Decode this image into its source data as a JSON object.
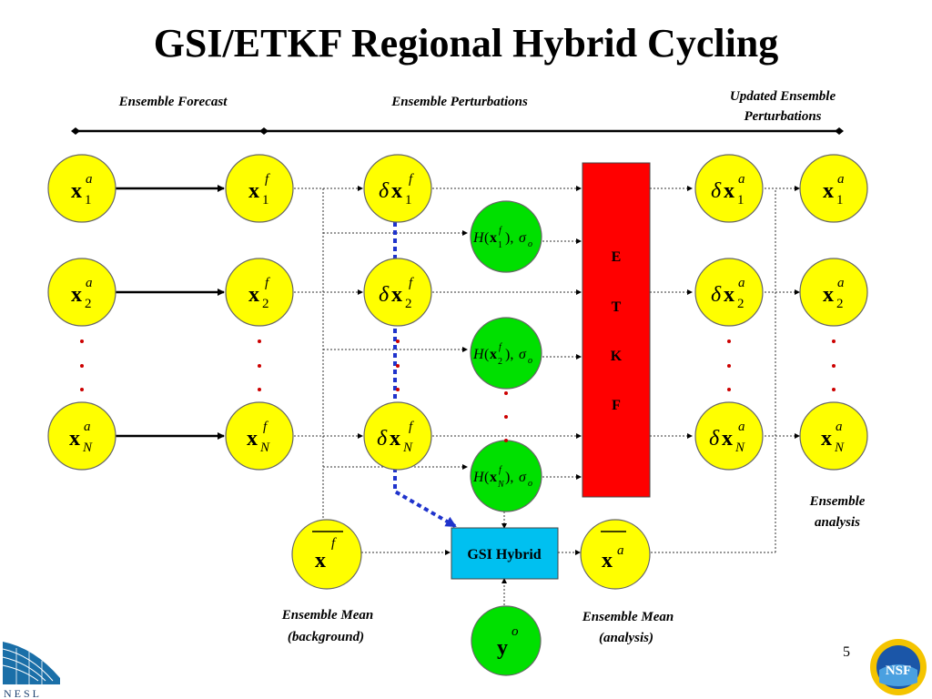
{
  "title": "GSI/ETKF Regional Hybrid Cycling",
  "headers": {
    "ensemble_forecast": "Ensemble Forecast",
    "ensemble_perturbations": "Ensemble Perturbations",
    "updated_line1": "Updated Ensemble",
    "updated_line2": "Perturbations"
  },
  "symbols": {
    "x": "x",
    "delta": "δ",
    "H": "H",
    "sigma": "σ",
    "y": "y",
    "sup_a": "a",
    "sup_f": "f",
    "sup_o": "o",
    "sub_1": "1",
    "sub_2": "2",
    "sub_N": "N",
    "dots": "·"
  },
  "etkf_letters": [
    "E",
    "T",
    "K",
    "F"
  ],
  "gsi_hybrid": "GSI Hybrid",
  "labels": {
    "ensemble_analysis_1": "Ensemble",
    "ensemble_analysis_2": "analysis",
    "mean_bg_1": "Ensemble Mean",
    "mean_bg_2": "(background)",
    "mean_an_1": "Ensemble Mean",
    "mean_an_2": "(analysis)"
  },
  "logos": {
    "left": "NESL",
    "right": "NSF"
  },
  "page_number": "5",
  "colors": {
    "node_yellow": "#ffff00",
    "node_green": "#00e000",
    "etkf_red": "#ff0000",
    "gsi_blue": "#00c0f0",
    "perturbation_path": "#1f33cc",
    "dots_red": "#cc0000"
  }
}
